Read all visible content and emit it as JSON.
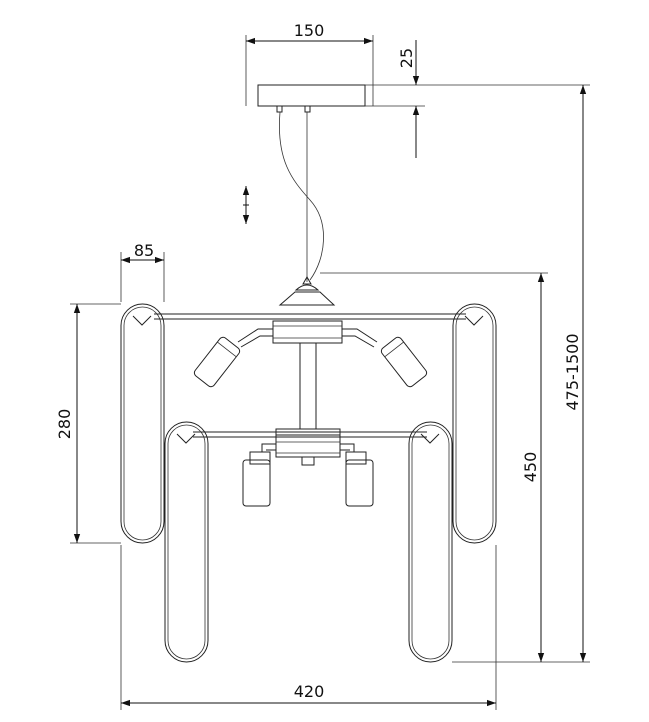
{
  "dimensions": {
    "canopy_width": "150",
    "canopy_height": "25",
    "shade_width": "85",
    "shade_height": "280",
    "body_height": "450",
    "total_height": "475-1500",
    "total_width": "420"
  },
  "adjustable_marker": "I",
  "colors": {
    "line": "#222222",
    "background": "#ffffff"
  }
}
